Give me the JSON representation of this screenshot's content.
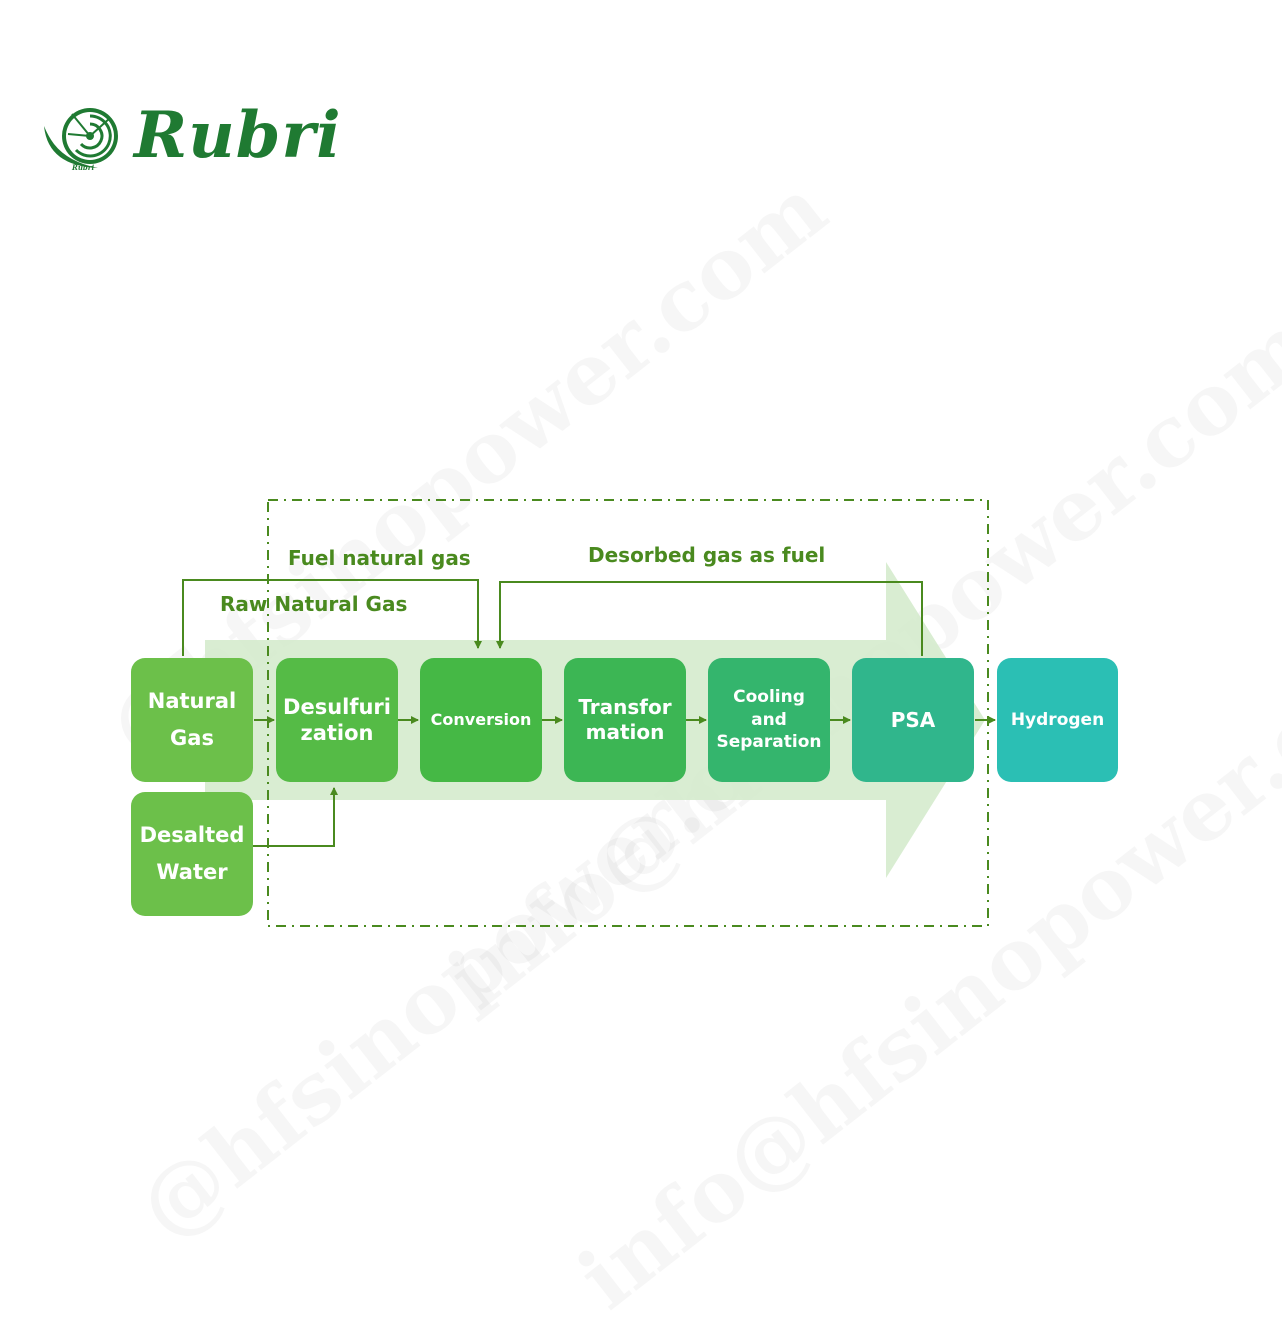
{
  "brand": {
    "name": "Rubri",
    "mini": "Rubri"
  },
  "labels": {
    "fuel_natural_gas": "Fuel natural gas",
    "desorbed_gas": "Desorbed gas as fuel",
    "raw_natural_gas": "Raw Natural Gas"
  },
  "nodes": {
    "natural_gas": "Natural\nGas",
    "desalted_water": "Desalted\nWater",
    "desulfurization": "Desulfuri\nzation",
    "conversion": "Conversion",
    "transformation": "Transfor\nmation",
    "cooling": "Cooling\nand\nSeparation",
    "psa": "PSA",
    "hydrogen": "Hydrogen"
  },
  "watermarks": [
    "@hfsinopower.com",
    "info@hfsinopower.com",
    "@hfsinopower.com",
    "info@hfsinopower.com"
  ],
  "colors": {
    "green_1": "#6cc04a",
    "green_2": "#4fbb48",
    "green_3": "#3cb84a",
    "green_4": "#33b56a",
    "green_5": "#2fb58e",
    "teal": "#2bbfb4",
    "line": "#4a8a1f",
    "band": "#d5ebcd"
  }
}
